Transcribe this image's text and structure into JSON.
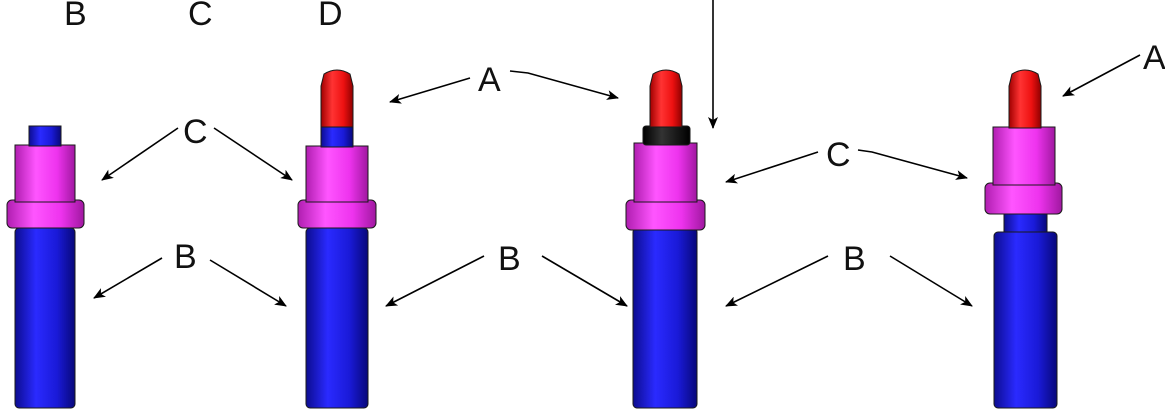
{
  "colors": {
    "body": "#1c1ce0",
    "collar": "#ee33ee",
    "tip": "#ee1111",
    "ring": "#161616",
    "line": "#000000"
  },
  "header_labels": [
    "B",
    "C",
    "D"
  ],
  "annotations": {
    "a_center": "A",
    "a_right": "A",
    "c_left": "C",
    "c_right": "C",
    "b_left": "B",
    "b_mid": "B",
    "b_right": "B"
  }
}
